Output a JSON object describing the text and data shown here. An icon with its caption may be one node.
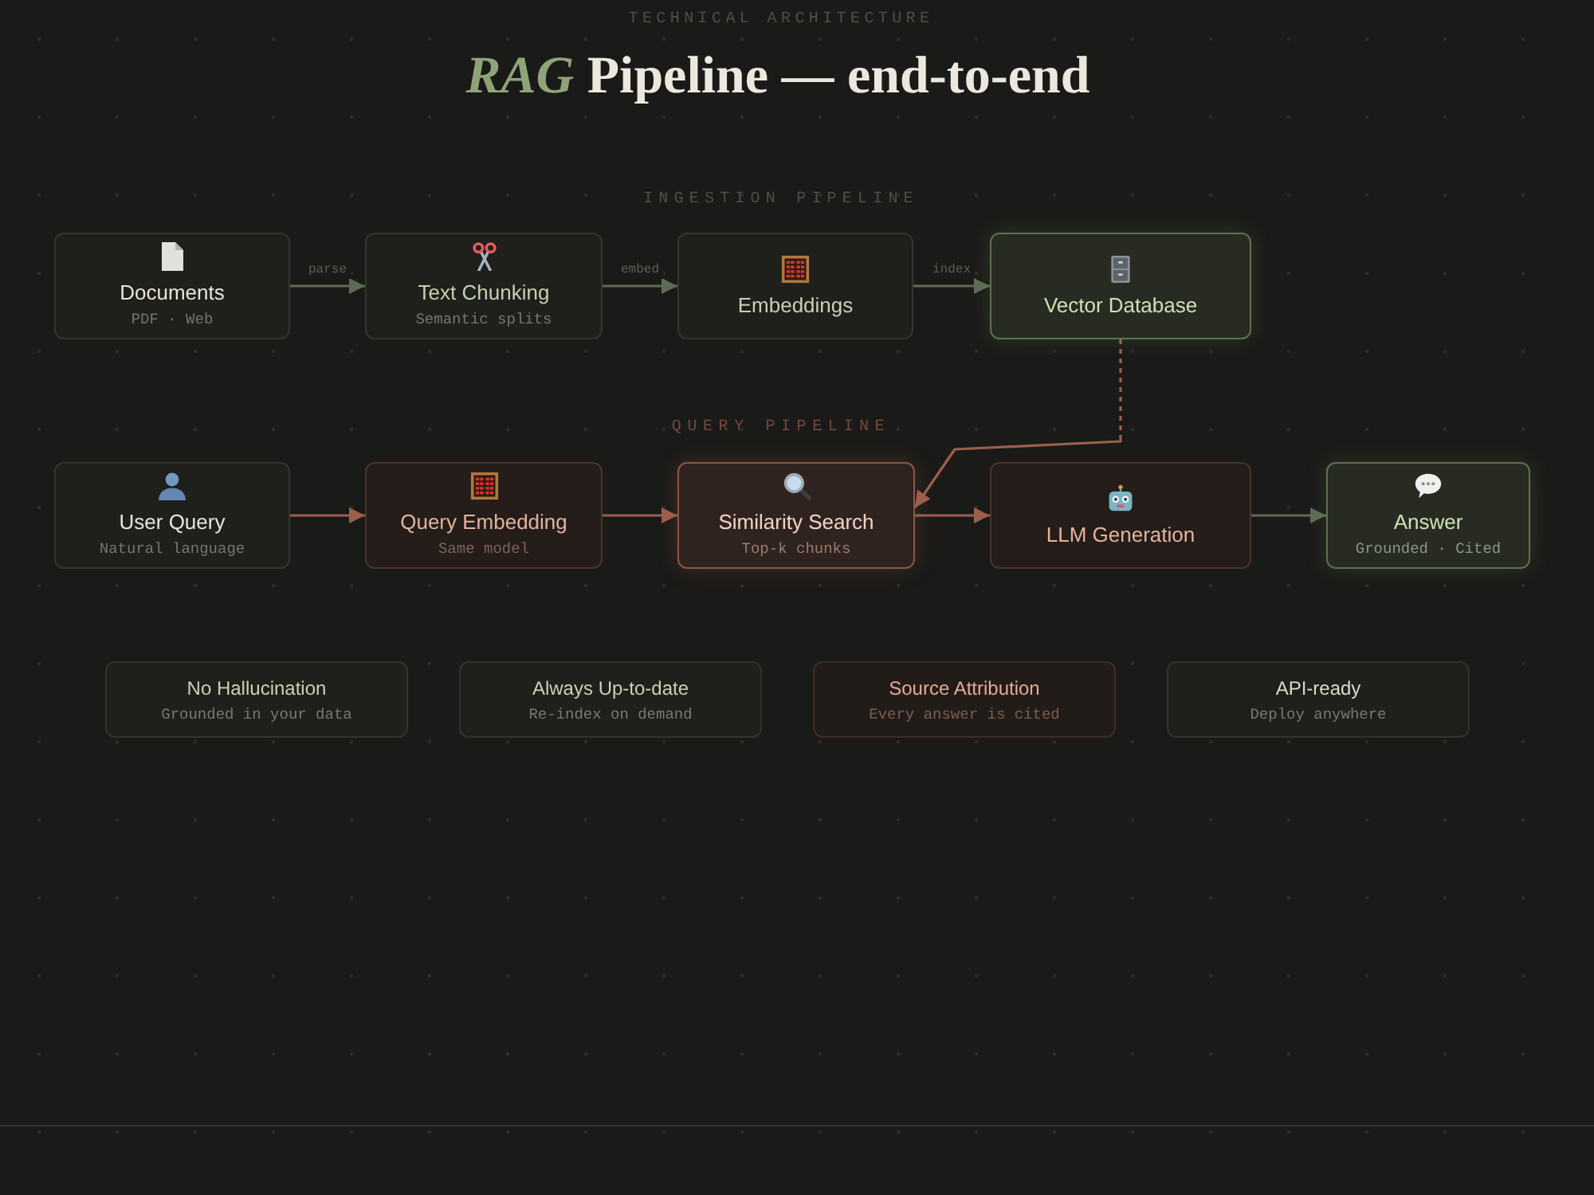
{
  "diagram": {
    "title": "*RAG* Pipeline — end-to-end",
    "nodes": [
      {
        "text": [
          "Documents",
          "PDF · Web"
        ]
      },
      {
        "text": [
          "Text Chunking",
          "Semantic splits"
        ]
      },
      {
        "text": [
          "Embeddings"
        ]
      },
      {
        "text": [
          "Vector Database"
        ]
      },
      {
        "text": [
          "User Query",
          "Natural language"
        ]
      },
      {
        "text": [
          "Query Embedding",
          "Same model"
        ]
      },
      {
        "text": [
          "Similarity Search",
          "Top-k chunks"
        ]
      },
      {
        "text": [
          "LLM Generation"
        ]
      },
      {
        "text": [
          "Answer",
          "Grounded · Cited"
        ]
      },
      {
        "text": [
          "No Hallucination",
          "Grounded in your data"
        ]
      },
      {
        "text": [
          "Always Up-to-date",
          "Re-index on demand"
        ]
      },
      {
        "text": [
          "Source Attribution",
          "Every answer is cited"
        ]
      },
      {
        "text": [
          "API-ready",
          "Deploy anywhere"
        ]
      }
    ],
    "edges": [
      {
        "from": 0,
        "to": 1,
        "arrow": "to",
        "label": "parse"
      },
      {
        "from": 1,
        "to": 2,
        "arrow": "to",
        "label": "embed"
      },
      {
        "from": 2,
        "to": 3,
        "arrow": "to",
        "label": "index"
      },
      {
        "from": 3,
        "to": 6,
        "arrow": "to",
        "style": "dashed",
        "color": "#9c5f4a"
      },
      {
        "from": 4,
        "to": 5,
        "arrow": "to",
        "color": "#9c5f4a"
      },
      {
        "from": 5,
        "to": 6,
        "arrow": "to",
        "color": "#9c5f4a"
      },
      {
        "from": 6,
        "to": 7,
        "arrow": "to",
        "color": "#9c5f4a"
      },
      {
        "from": 7,
        "to": 8,
        "arrow": "to"
      }
    ],
    "labels": [
      "TECHNICAL ARCHITECTURE",
      "INGESTION PIPELINE",
      "QUERY PIPELINE"
    ]
  }
}
